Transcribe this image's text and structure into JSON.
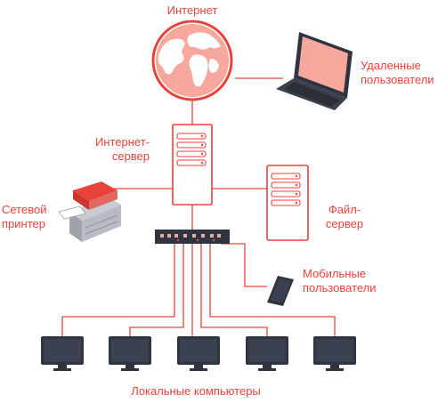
{
  "diagram": {
    "colors": {
      "accent": "#e8433a",
      "accent_fill": "#f7a79c",
      "dark": "#2e3440",
      "screen": "#3b4150",
      "printer_gray": "#b8bcc2"
    },
    "nodes": {
      "internet": {
        "label": "Интернет",
        "icon": "globe-icon"
      },
      "remote_users": {
        "label_line1": "Удаленные",
        "label_line2": "пользователи",
        "icon": "laptop-icon"
      },
      "web_server": {
        "label_line1": "Интернет-",
        "label_line2": "сервер",
        "icon": "server-icon"
      },
      "file_server": {
        "label_line1": "Файл-",
        "label_line2": "сервер",
        "icon": "server-icon"
      },
      "network_printer": {
        "label_line1": "Сетевой",
        "label_line2": "принтер",
        "icon": "printer-icon"
      },
      "switch": {
        "icon": "network-switch-icon"
      },
      "mobile_users": {
        "label_line1": "Мобильные",
        "label_line2": "пользователи",
        "icon": "tablet-icon"
      },
      "local_computers": {
        "label": "Локальные компьютеры",
        "icon": "monitor-icon",
        "count": 5
      }
    }
  }
}
